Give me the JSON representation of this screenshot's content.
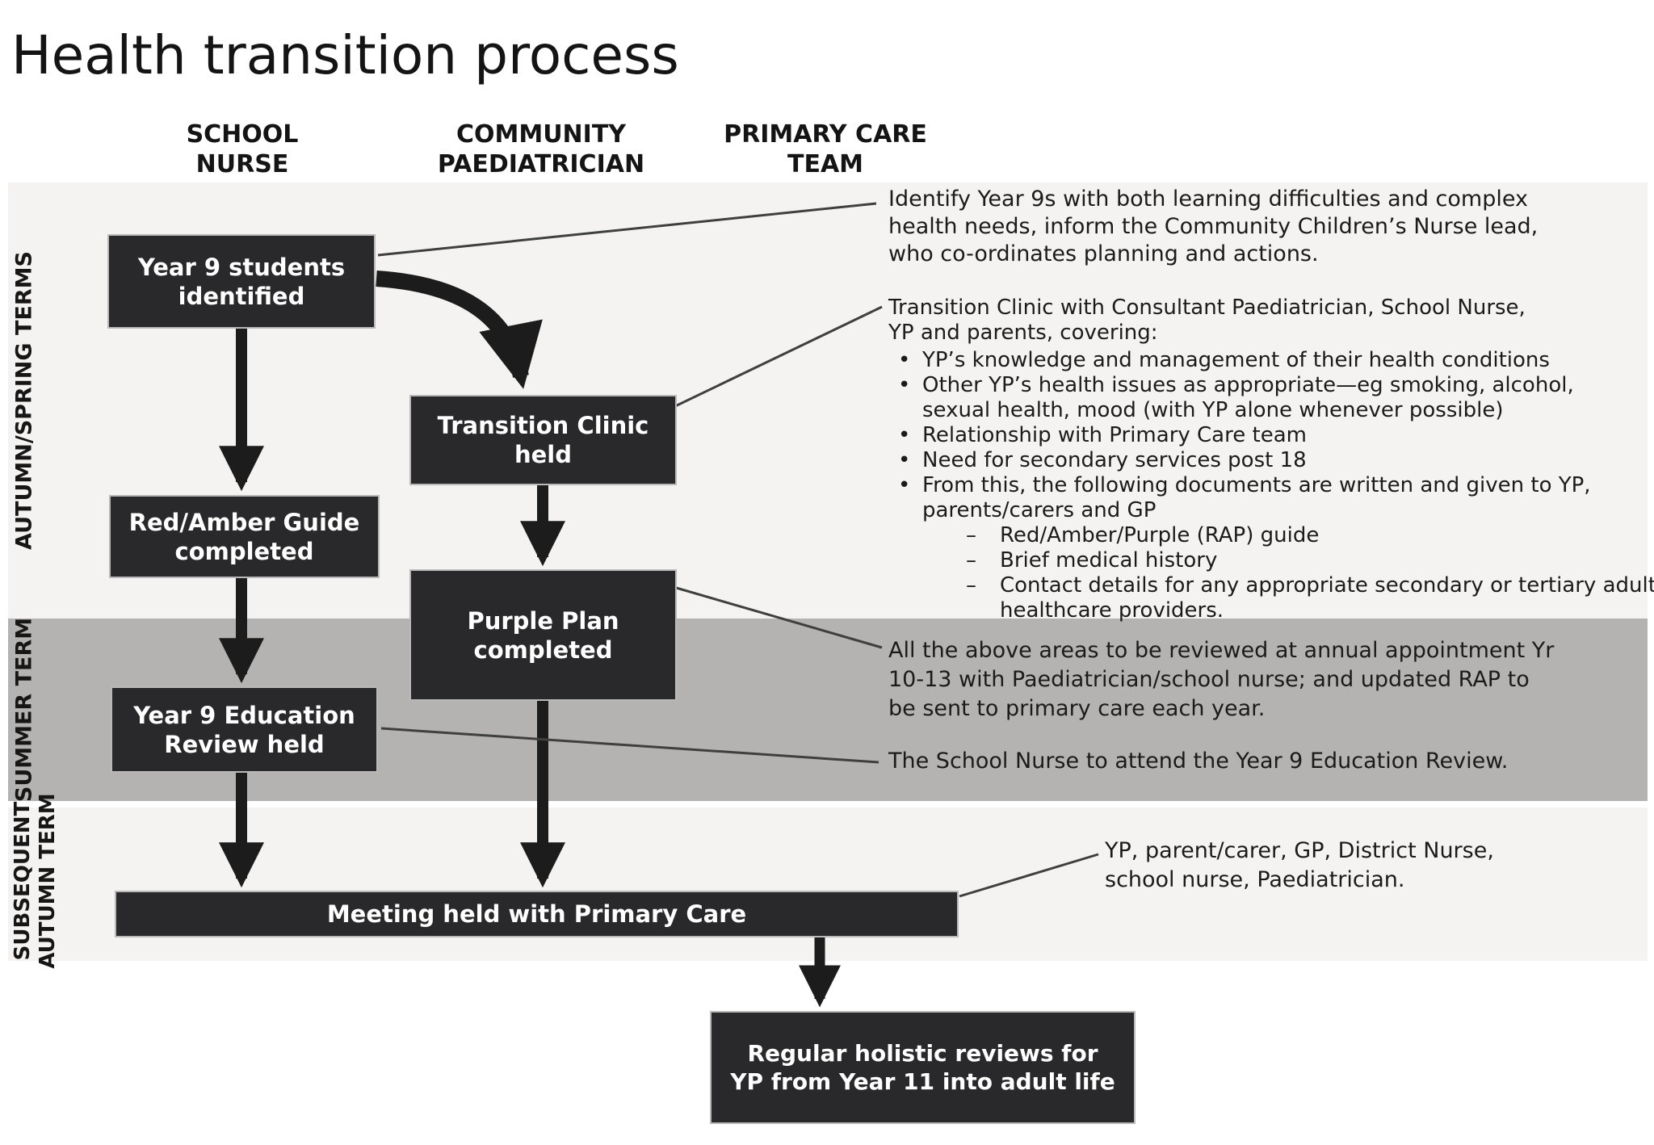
{
  "title": "Health transition process",
  "columns": {
    "school_nurse": {
      "line1": "SCHOOL",
      "line2": "NURSE"
    },
    "community_paediatrician": {
      "line1": "COMMUNITY",
      "line2": "PAEDIATRICIAN"
    },
    "primary_care_team": {
      "line1": "PRIMARY CARE",
      "line2": "TEAM"
    }
  },
  "term_bands": {
    "autumn_spring": "AUTUMN/SPRING TERMS",
    "summer": "SUMMER TERM",
    "subsequent_autumn": {
      "line1": "SUBSEQUENT",
      "line2": "AUTUMN TERM"
    }
  },
  "boxes": {
    "year9": {
      "line1": "Year 9 students",
      "line2": "identified"
    },
    "transition_clinic": {
      "line1": "Transition Clinic",
      "line2": "held"
    },
    "red_amber": {
      "line1": "Red/Amber Guide",
      "line2": "completed"
    },
    "purple_plan": {
      "line1": "Purple Plan",
      "line2": "completed"
    },
    "education_review": {
      "line1": "Year 9 Education",
      "line2": "Review held"
    },
    "primary_care_meeting": {
      "line1": "Meeting held with Primary Care"
    },
    "holistic_reviews": {
      "line1": "Regular holistic reviews for",
      "line2": "YP from Year 11 into adult life"
    }
  },
  "annotations": {
    "identify": {
      "lines": [
        "Identify Year 9s with both learning difficulties and complex",
        "health needs, inform the Community Children’s Nurse lead,",
        "who co-ordinates planning and actions."
      ]
    },
    "clinic": {
      "intro": [
        "Transition Clinic with Consultant Paediatrician, School Nurse,",
        "YP and parents, covering:"
      ],
      "bullets": [
        {
          "marker": "•",
          "lines": [
            "YP’s knowledge and management of their health conditions"
          ]
        },
        {
          "marker": "•",
          "lines": [
            "Other YP’s health issues as appropriate—eg smoking, alcohol,",
            "sexual health, mood (with YP alone whenever possible)"
          ]
        },
        {
          "marker": "•",
          "lines": [
            "Relationship with Primary Care team"
          ]
        },
        {
          "marker": "•",
          "lines": [
            "Need for secondary services post 18"
          ]
        },
        {
          "marker": "•",
          "lines": [
            "From this, the following documents are written and given to YP,",
            "parents/carers and GP"
          ]
        },
        {
          "marker": "–",
          "lines": [
            "Red/Amber/Purple (RAP) guide"
          ]
        },
        {
          "marker": "–",
          "lines": [
            "Brief medical history"
          ]
        },
        {
          "marker": "–",
          "lines": [
            "Contact details for any appropriate secondary or tertiary adult",
            "healthcare providers."
          ]
        }
      ]
    },
    "annual_review": {
      "lines": [
        "All the above areas to be reviewed at annual appointment Yr",
        "10-13 with Paediatrician/school nurse; and updated RAP to",
        "be sent to primary care each year."
      ]
    },
    "school_nurse_attend": {
      "lines": [
        "The School Nurse to attend the Year 9 Education Review."
      ]
    },
    "meeting_attendees": {
      "lines": [
        "YP, parent/carer, GP, District Nurse,",
        "school nurse, Paediatrician."
      ]
    }
  },
  "colors": {
    "page_bg": "#ffffff",
    "band_light": "#f4f3f2",
    "band_gray": "#b5b3b1",
    "box_bg": "#29282a",
    "box_text": "#ffffff",
    "ink": "#1b1b1b",
    "line": "#3f3f3f"
  }
}
